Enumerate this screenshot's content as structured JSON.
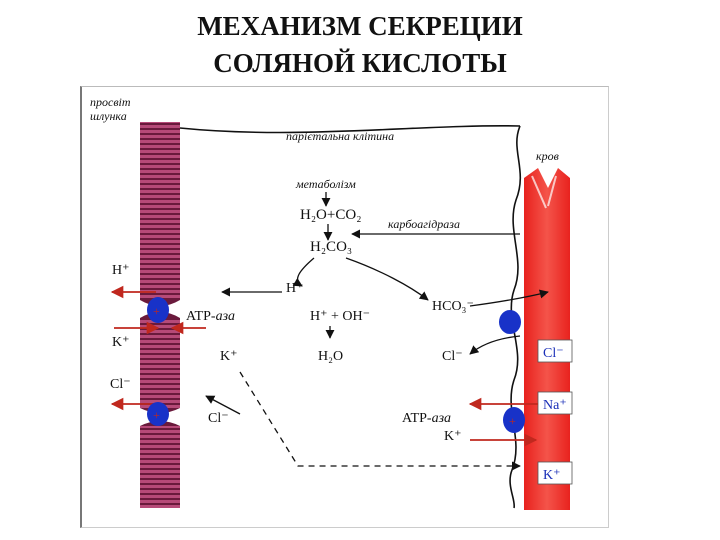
{
  "title": {
    "line1": "МЕХАНИЗМ СЕКРЕЦИИ",
    "line2": "СОЛЯНОЙ КИСЛОТЫ"
  },
  "labels": {
    "lumen1": "просвіт",
    "lumen2": "шлунка",
    "parietal_cell": "парієтальна клітина",
    "blood": "кров",
    "metabolism": "метаболізм",
    "h2o_co2": "H₂O+CO₂",
    "carbonic_anhydrase": "карбоагідраза",
    "h2co3": "H₂CO₃",
    "h_plus_lumen": "H⁺",
    "h_plus_cell": "H⁺",
    "k_plus_lumen": "K⁺",
    "cl_minus_lumen": "Cl⁻",
    "atpase_left_a": "ATP-",
    "atpase_left_b": "аза",
    "hco3": "HCO₃⁻",
    "h_oh": "H⁺ + OH⁻",
    "h2o": "H₂O",
    "k_plus_cell": "K⁺",
    "cl_minus_cell_right": "Cl⁻",
    "cl_minus_cell_left": "Cl⁻",
    "cl_minus_blood": "Cl⁻",
    "na_plus_blood": "Na⁺",
    "atpase_right_a": "ATP-",
    "atpase_right_b": "аза",
    "k_plus_cell_right": "K⁺",
    "k_plus_blood": "K⁺",
    "pump_plus": "+"
  },
  "colors": {
    "membrane": "#9b2d5a",
    "membrane_dark": "#6a1a3c",
    "vessel": "#f0302e",
    "arrow_red": "#c0281e",
    "pump": "#1832c8",
    "label_blue": "#1a2fb8"
  }
}
